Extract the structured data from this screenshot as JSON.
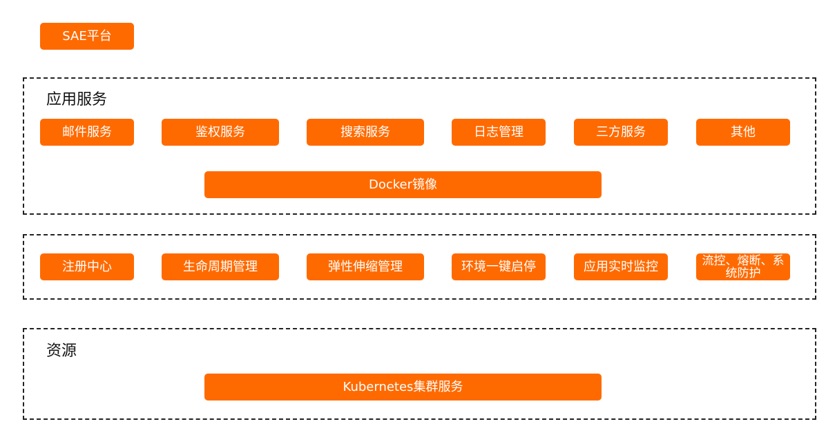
{
  "platform": {
    "label": "SAE平台"
  },
  "app_services": {
    "title": "应用服务",
    "items": [
      "邮件服务",
      "鉴权服务",
      "搜索服务",
      "日志管理",
      "三方服务",
      "其他"
    ],
    "docker": "Docker镜像"
  },
  "capabilities": {
    "items": [
      "注册中心",
      "生命周期管理",
      "弹性伸缩管理",
      "环境一键启停",
      "应用实时监控",
      "流控、熔断、系统防护"
    ]
  },
  "resources": {
    "title": "资源",
    "cluster": "Kubernetes集群服务"
  },
  "colors": {
    "accent": "#ff6a00",
    "border": "#222222",
    "text_on_accent": "#ffffff"
  }
}
